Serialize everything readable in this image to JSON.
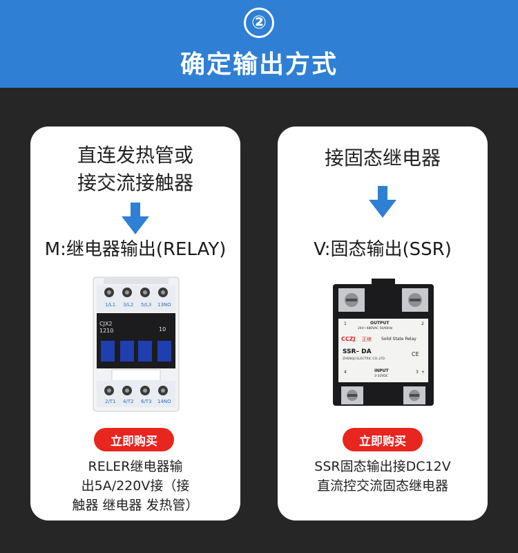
{
  "header": {
    "step": "②",
    "title": "确定输出方式"
  },
  "cards": [
    {
      "heading_lines": [
        "直连发热管或",
        "接交流接触器"
      ],
      "mode_label": "M:继电器输出(RELAY)",
      "product_text": [
        "1/L1",
        "3/L2",
        "5/L3",
        "13NO",
        "CJX2",
        "1210",
        "10",
        "2/T1",
        "4/T2",
        "6/T3",
        "14NO"
      ],
      "buy_label": "立即购买",
      "desc_lines": [
        "RELER继电器输",
        "出5A/220V接（接",
        "触器 继电器 发热管）"
      ]
    },
    {
      "heading_lines": [
        "接固态继电器"
      ],
      "mode_label": "V:固态输出(SSR)",
      "product_text": [
        "1",
        "OUTPUT",
        "24V~480VAC  50/60Hz",
        "2",
        "CCZJ",
        "正继",
        "Solid State Relay",
        "SSR–  DA",
        "ZHENGJI ELECTRIC CO.,LTD.",
        "CE",
        "4",
        "INPUT",
        "3-32VDC",
        "3",
        "+"
      ],
      "buy_label": "立即购买",
      "desc_lines": [
        "SSR固态输出接DC12V",
        "直流控交流固态继电器"
      ]
    }
  ],
  "colors": {
    "header_bg": "#2f7fd4",
    "page_bg": "#262626",
    "arrow": "#2f7fd4",
    "buy_button": "#e8251f"
  }
}
